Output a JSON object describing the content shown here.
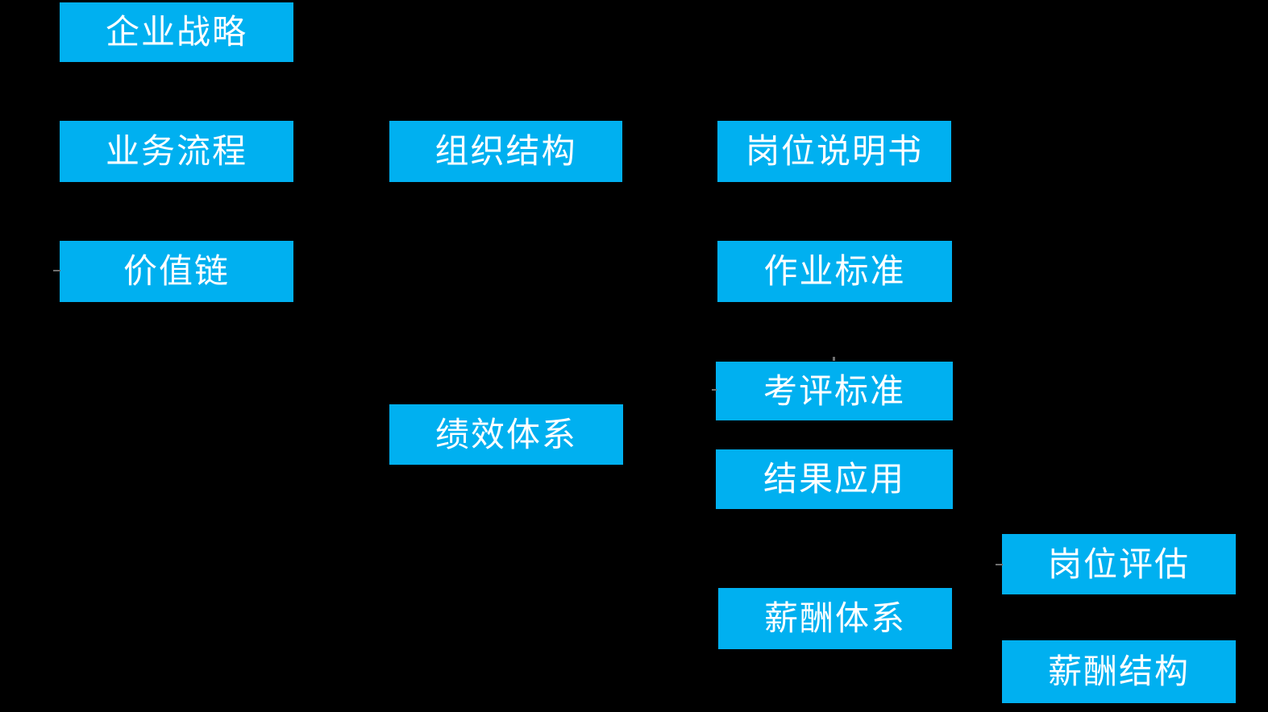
{
  "diagram": {
    "background_color": "#000000",
    "node_fill_color": "#00B0F0",
    "node_text_color": "#FFFFFF",
    "artifact_color": "#6E6E6E",
    "nodes": {
      "enterprise_strategy": {
        "label": "企业战略"
      },
      "business_process": {
        "label": "业务流程"
      },
      "value_chain": {
        "label": "价值链"
      },
      "organization_structure": {
        "label": "组织结构"
      },
      "performance_system": {
        "label": "绩效体系"
      },
      "job_description": {
        "label": "岗位说明书"
      },
      "work_standard": {
        "label": "作业标准"
      },
      "evaluation_standard": {
        "label": "考评标准"
      },
      "result_application": {
        "label": "结果应用"
      },
      "compensation_system": {
        "label": "薪酬体系"
      },
      "job_evaluation": {
        "label": "岗位评估"
      },
      "salary_structure": {
        "label": "薪酬结构"
      }
    }
  }
}
